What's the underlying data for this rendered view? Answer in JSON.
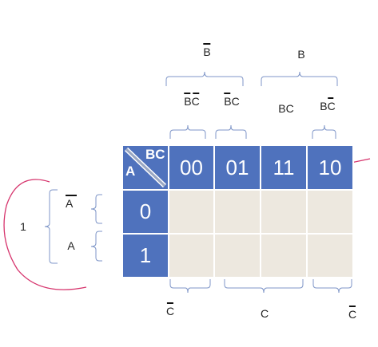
{
  "kmap": {
    "corner": {
      "row_var": "A",
      "col_var": "BC"
    },
    "col_headers": [
      "00",
      "01",
      "11",
      "10"
    ],
    "row_headers": [
      "0",
      "1"
    ]
  },
  "top_labels": {
    "b_bar": "B",
    "b": "B",
    "bc_bar_bar": "BC",
    "b_bar_c": "BC",
    "bc": "BC",
    "b_c_bar": "BC"
  },
  "bottom_labels": {
    "c_bar_left": "C",
    "c": "C",
    "c_bar_right": "C"
  },
  "left_labels": {
    "a_bar": "A",
    "a": "A",
    "one": "1"
  },
  "colors": {
    "header_blue": "#4f72bd",
    "cell_beige": "#ede8df",
    "bracket_blue": "#7f96c8",
    "annotation_red": "#d6336c"
  }
}
